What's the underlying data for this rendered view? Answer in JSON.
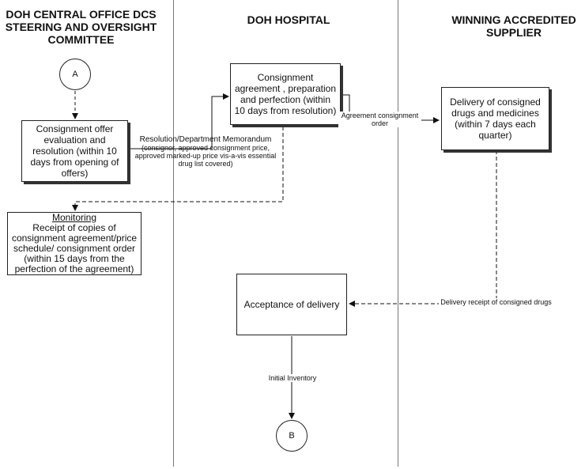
{
  "lanes": [
    {
      "title_lines": [
        "DOH CENTRAL OFFICE DCS",
        "STEERING AND OVERSIGHT",
        "COMMITTEE"
      ]
    },
    {
      "title_lines": [
        "DOH HOSPITAL"
      ]
    },
    {
      "title_lines": [
        "WINNING ACCREDITED",
        "SUPPLIER"
      ]
    }
  ],
  "nodes": {
    "connector_a": "A",
    "connector_b": "B",
    "consignment_offer": "Consignment offer evaluation and resolution (within 10 days from opening of offers)",
    "monitoring_title": "Monitoring",
    "monitoring_body": "Receipt of copies of consignment agreement/price schedule/ consignment order (within 15 days from the perfection of the agreement)",
    "consignment_agreement": "Consignment agreement , preparation and perfection (within 10 days from resolution)",
    "delivery": "Delivery of consigned drugs and medicines (within 7 days each quarter)",
    "acceptance": "Acceptance of delivery"
  },
  "edges": {
    "resolution_title": "Resolution/Department Memorandum",
    "resolution_detail": "(consignor, approved consignment price, approved marked-up price vis-a-vis essential drug list covered)",
    "agreement_order": "Agreement consignment order",
    "delivery_receipt": "Delivery receipt of consigned drugs",
    "initial_inventory": "Initial Inventory"
  }
}
